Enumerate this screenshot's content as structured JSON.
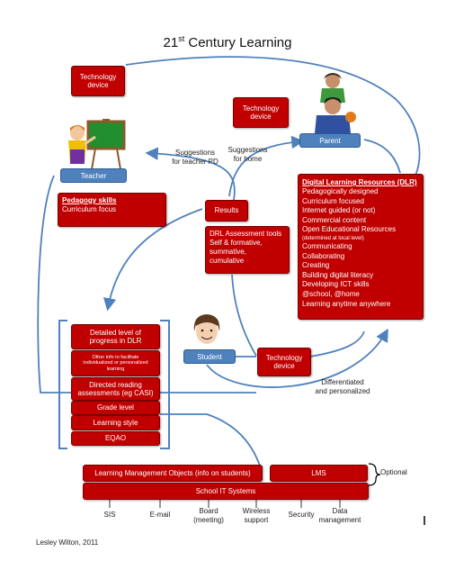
{
  "title": {
    "main": "21",
    "sup": "st",
    "rest": " Century Learning"
  },
  "tech_device_top": "Technology\ndevice",
  "tech_device_parent": "Technology\ndevice",
  "tech_device_student": "Technology\ndevice",
  "teacher_label": "Teacher",
  "parent_label": "Parent",
  "student_label": "Student",
  "suggestions_pd": "Suggestions\nfor teacher PD",
  "suggestions_home": "Suggestions\nfor home",
  "pedagogy": {
    "title": "Pedagogy skills",
    "line": "Curriculum focus"
  },
  "results": "Results",
  "drl_assessment": "DRL Assessment tools\nSelf & formative,\nsummative,\ncumulative",
  "dlr": {
    "title": "Digital Learning Resources (DLR)",
    "items": [
      "Pedagogically designed",
      "Curriculum focused",
      "Internet guided (or not)",
      "Commercial content",
      "Open Educational Resources",
      "(determined at local level)",
      "Communicating",
      "Collaborating",
      "Creating",
      "Building digital literacy",
      "Developing ICT skills",
      "@school, @home",
      "Learning anytime anywhere"
    ]
  },
  "data_stack": [
    "Detailed level of\nprogress in DLR",
    "Other info to facilitate\nindividualized or personalized\nlearning",
    "Directed reading\nassessments (eg CASI)",
    "Grade level",
    "Learning style",
    "EQAO"
  ],
  "differentiated": "Differentiated\nand personalized",
  "lmo": "Learning Management Objects (info on students)",
  "lms": "LMS",
  "optional": "Optional",
  "school_it": "School IT Systems",
  "systems": [
    "SIS",
    "E-mail",
    "Board\n(meeting)",
    "Wireless\nsupport",
    "Security",
    "Data\nmanagement"
  ],
  "author": "Lesley Wilton,  2011",
  "colors": {
    "red": "#c00000",
    "blue": "#4f81bd",
    "line": "#4f81bd"
  }
}
